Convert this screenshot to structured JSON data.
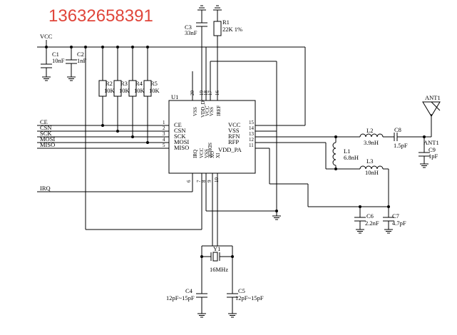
{
  "phone": "13632658391",
  "nets": {
    "vcc": "VCC"
  },
  "signals": [
    "CE",
    "CSN",
    "SCK",
    "MOSI",
    "MISO"
  ],
  "irq": "IRQ",
  "chip": {
    "ref": "U1",
    "left_pins": [
      "CE",
      "CSN",
      "SCK",
      "MOSI",
      "MISO"
    ],
    "left_nums": [
      "1",
      "2",
      "3",
      "4",
      "5"
    ],
    "right_pins": [
      "VCC",
      "VSS",
      "RFN",
      "RFP",
      "VDD_PA"
    ],
    "right_nums": [
      "15",
      "14",
      "13",
      "12",
      "11"
    ],
    "top_pins": [
      "VSS",
      "VDD_D",
      "VCC",
      "VSS",
      "IREF"
    ],
    "top_nums": [
      "20",
      "19",
      "18",
      "17",
      "16"
    ],
    "bottom_pins": [
      "IRQ",
      "VCC",
      "VSS",
      "XO",
      "XI"
    ],
    "bottom_nums": [
      "6",
      "7",
      "8",
      "9",
      "10"
    ],
    "side_text": "SDH3E"
  },
  "parts": {
    "c1": {
      "ref": "C1",
      "val": "10nF"
    },
    "c2": {
      "ref": "C2",
      "val": "1nF"
    },
    "c3": {
      "ref": "C3",
      "val": "33nF"
    },
    "r1": {
      "ref": "R1",
      "val": "22K 1%"
    },
    "r2": {
      "ref": "R2",
      "val": "10K"
    },
    "r3": {
      "ref": "R3",
      "val": "10K"
    },
    "r4": {
      "ref": "R4",
      "val": "10K"
    },
    "r5": {
      "ref": "R5",
      "val": "10K"
    },
    "l1": {
      "ref": "L1",
      "val": "6.8nH"
    },
    "l2": {
      "ref": "L2",
      "val": "3.9nH"
    },
    "l3": {
      "ref": "L3",
      "val": "10nH"
    },
    "c8": {
      "ref": "C8",
      "val": "1.5pF"
    },
    "c9": {
      "ref": "C9",
      "val": "1pF"
    },
    "c6": {
      "ref": "C6",
      "val": "2.2nF"
    },
    "c7": {
      "ref": "C7",
      "val": "4.7pF"
    },
    "y1": {
      "ref": "Y1",
      "val": "16MHz"
    },
    "c4": {
      "ref": "C4",
      "val": "12pF~15pF"
    },
    "c5": {
      "ref": "C5",
      "val": "12pF~15pF"
    },
    "ant": {
      "ref1": "ANT1",
      "ref2": "ANT1"
    }
  }
}
